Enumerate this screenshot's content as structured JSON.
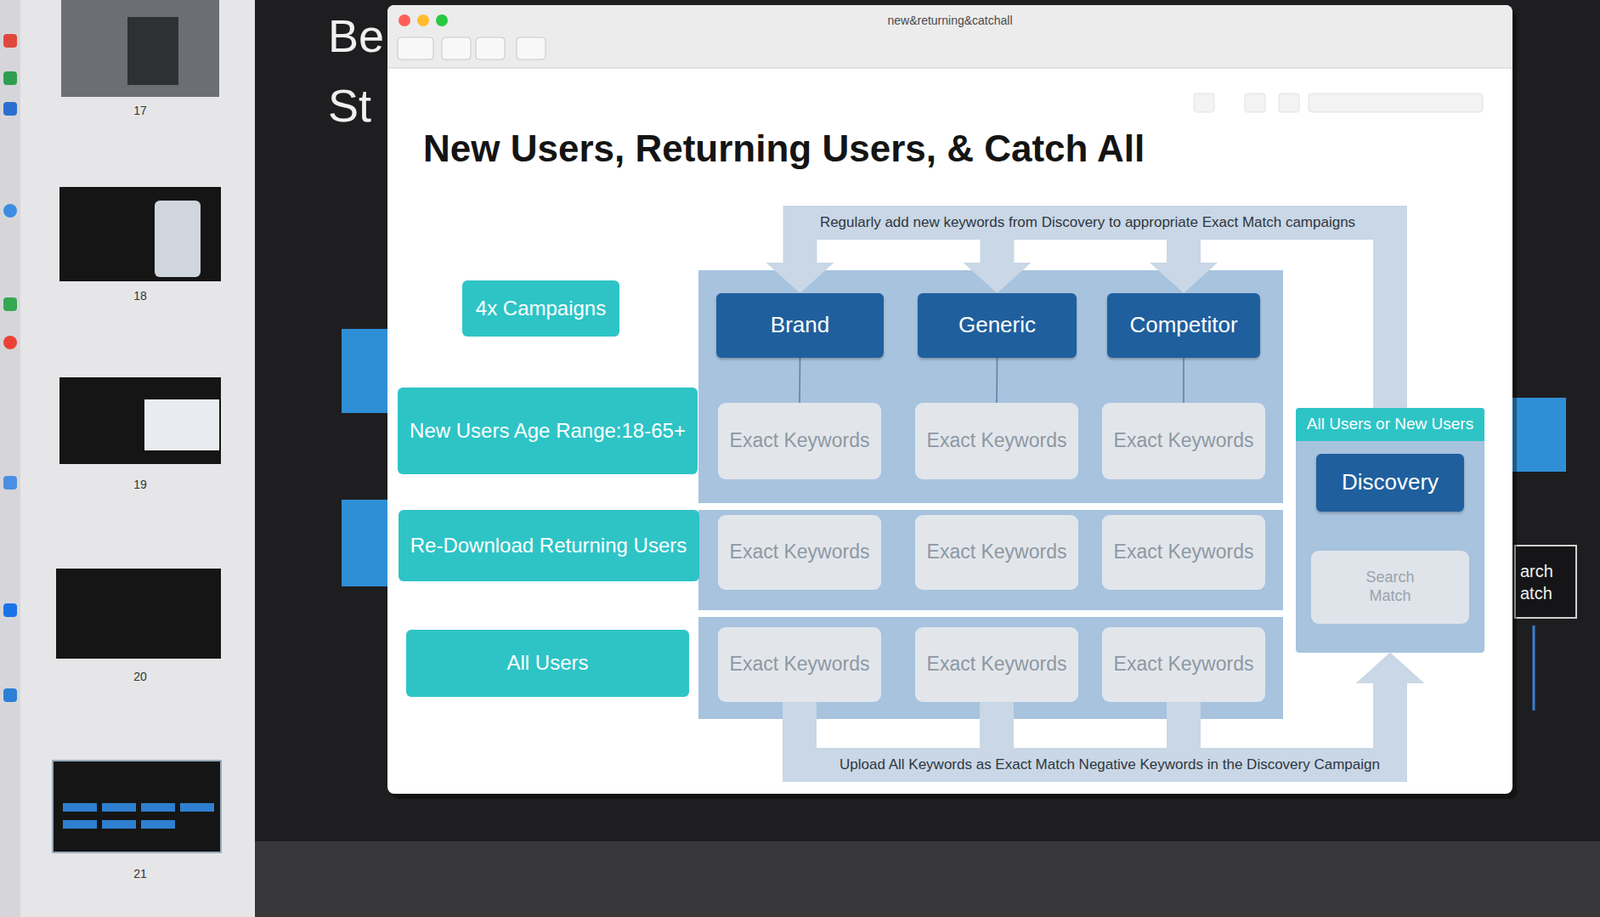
{
  "diagram": {
    "title": "New Users, Returning Users, & Catch All",
    "nodes": [
      {
        "text": [
          "4x Campaigns"
        ]
      },
      {
        "text": [
          "Brand"
        ]
      },
      {
        "text": [
          "Generic"
        ]
      },
      {
        "text": [
          "Competitor"
        ]
      },
      {
        "text": [
          "New Users Age Range:18-65+"
        ]
      },
      {
        "text": [
          "Exact Keywords"
        ]
      },
      {
        "text": [
          "Exact Keywords"
        ]
      },
      {
        "text": [
          "Exact Keywords"
        ]
      },
      {
        "text": [
          "Re-Download Returning Users"
        ]
      },
      {
        "text": [
          "Exact Keywords"
        ]
      },
      {
        "text": [
          "Exact Keywords"
        ]
      },
      {
        "text": [
          "Exact Keywords"
        ]
      },
      {
        "text": [
          "All Users"
        ]
      },
      {
        "text": [
          "Exact Keywords"
        ]
      },
      {
        "text": [
          "Exact Keywords"
        ]
      },
      {
        "text": [
          "Exact Keywords"
        ]
      },
      {
        "text": [
          "All Users or New Users"
        ]
      },
      {
        "text": [
          "Discovery"
        ],
        "in": 16
      },
      {
        "text": [
          "Search Match"
        ],
        "in": 16
      }
    ],
    "edges": [
      {
        "from": 1,
        "to": 5,
        "arrow": "none"
      },
      {
        "from": 2,
        "to": 6,
        "arrow": "none"
      },
      {
        "from": 3,
        "to": 7,
        "arrow": "none"
      },
      {
        "from": 17,
        "to": 18,
        "arrow": "none"
      },
      {
        "from": 16,
        "to": 1,
        "arrow": "to"
      },
      {
        "from": 16,
        "to": 2,
        "arrow": "to"
      },
      {
        "from": 16,
        "to": 3,
        "arrow": "to"
      },
      {
        "from": 13,
        "to": 16,
        "arrow": "to"
      },
      {
        "from": 14,
        "to": 16,
        "arrow": "to"
      },
      {
        "from": 15,
        "to": 16,
        "arrow": "to"
      }
    ],
    "labels": [
      "Regularly add new keywords from Discovery to appropriate Exact Match campaigns",
      "Upload All Keywords as Exact Match Negative Keywords in the Discovery Campaign",
      "new&returning&catchall",
      "Be",
      "St",
      "arch",
      "atch",
      "17",
      "18",
      "19",
      "20",
      "21"
    ]
  }
}
